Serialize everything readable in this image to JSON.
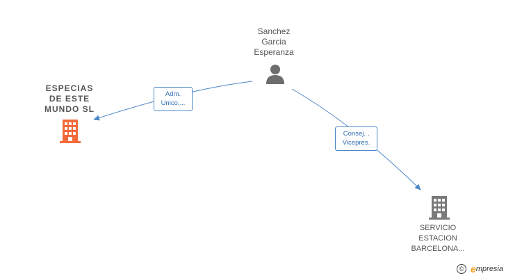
{
  "nodes": {
    "person": {
      "lines": [
        "Sanchez",
        "Garcia",
        "Esperanza"
      ]
    },
    "company_main": {
      "lines": [
        "ESPECIAS",
        "DE ESTE",
        "MUNDO  SL"
      ],
      "color": "#f26a3a"
    },
    "company_secondary": {
      "lines": [
        "SERVICIO",
        "ESTACION",
        "BARCELONA..."
      ],
      "color": "#7a7a7a"
    }
  },
  "edges": {
    "to_main": {
      "lines": [
        "Adm.",
        "Unico,..."
      ]
    },
    "to_secondary": {
      "lines": [
        "Consej. ,",
        "Vicepres."
      ]
    }
  },
  "colors": {
    "edge": "#4a86c8",
    "person_icon": "#6d6d6d"
  },
  "brand": {
    "copyright": "©",
    "first_letter": "e",
    "rest": "mpresia"
  }
}
